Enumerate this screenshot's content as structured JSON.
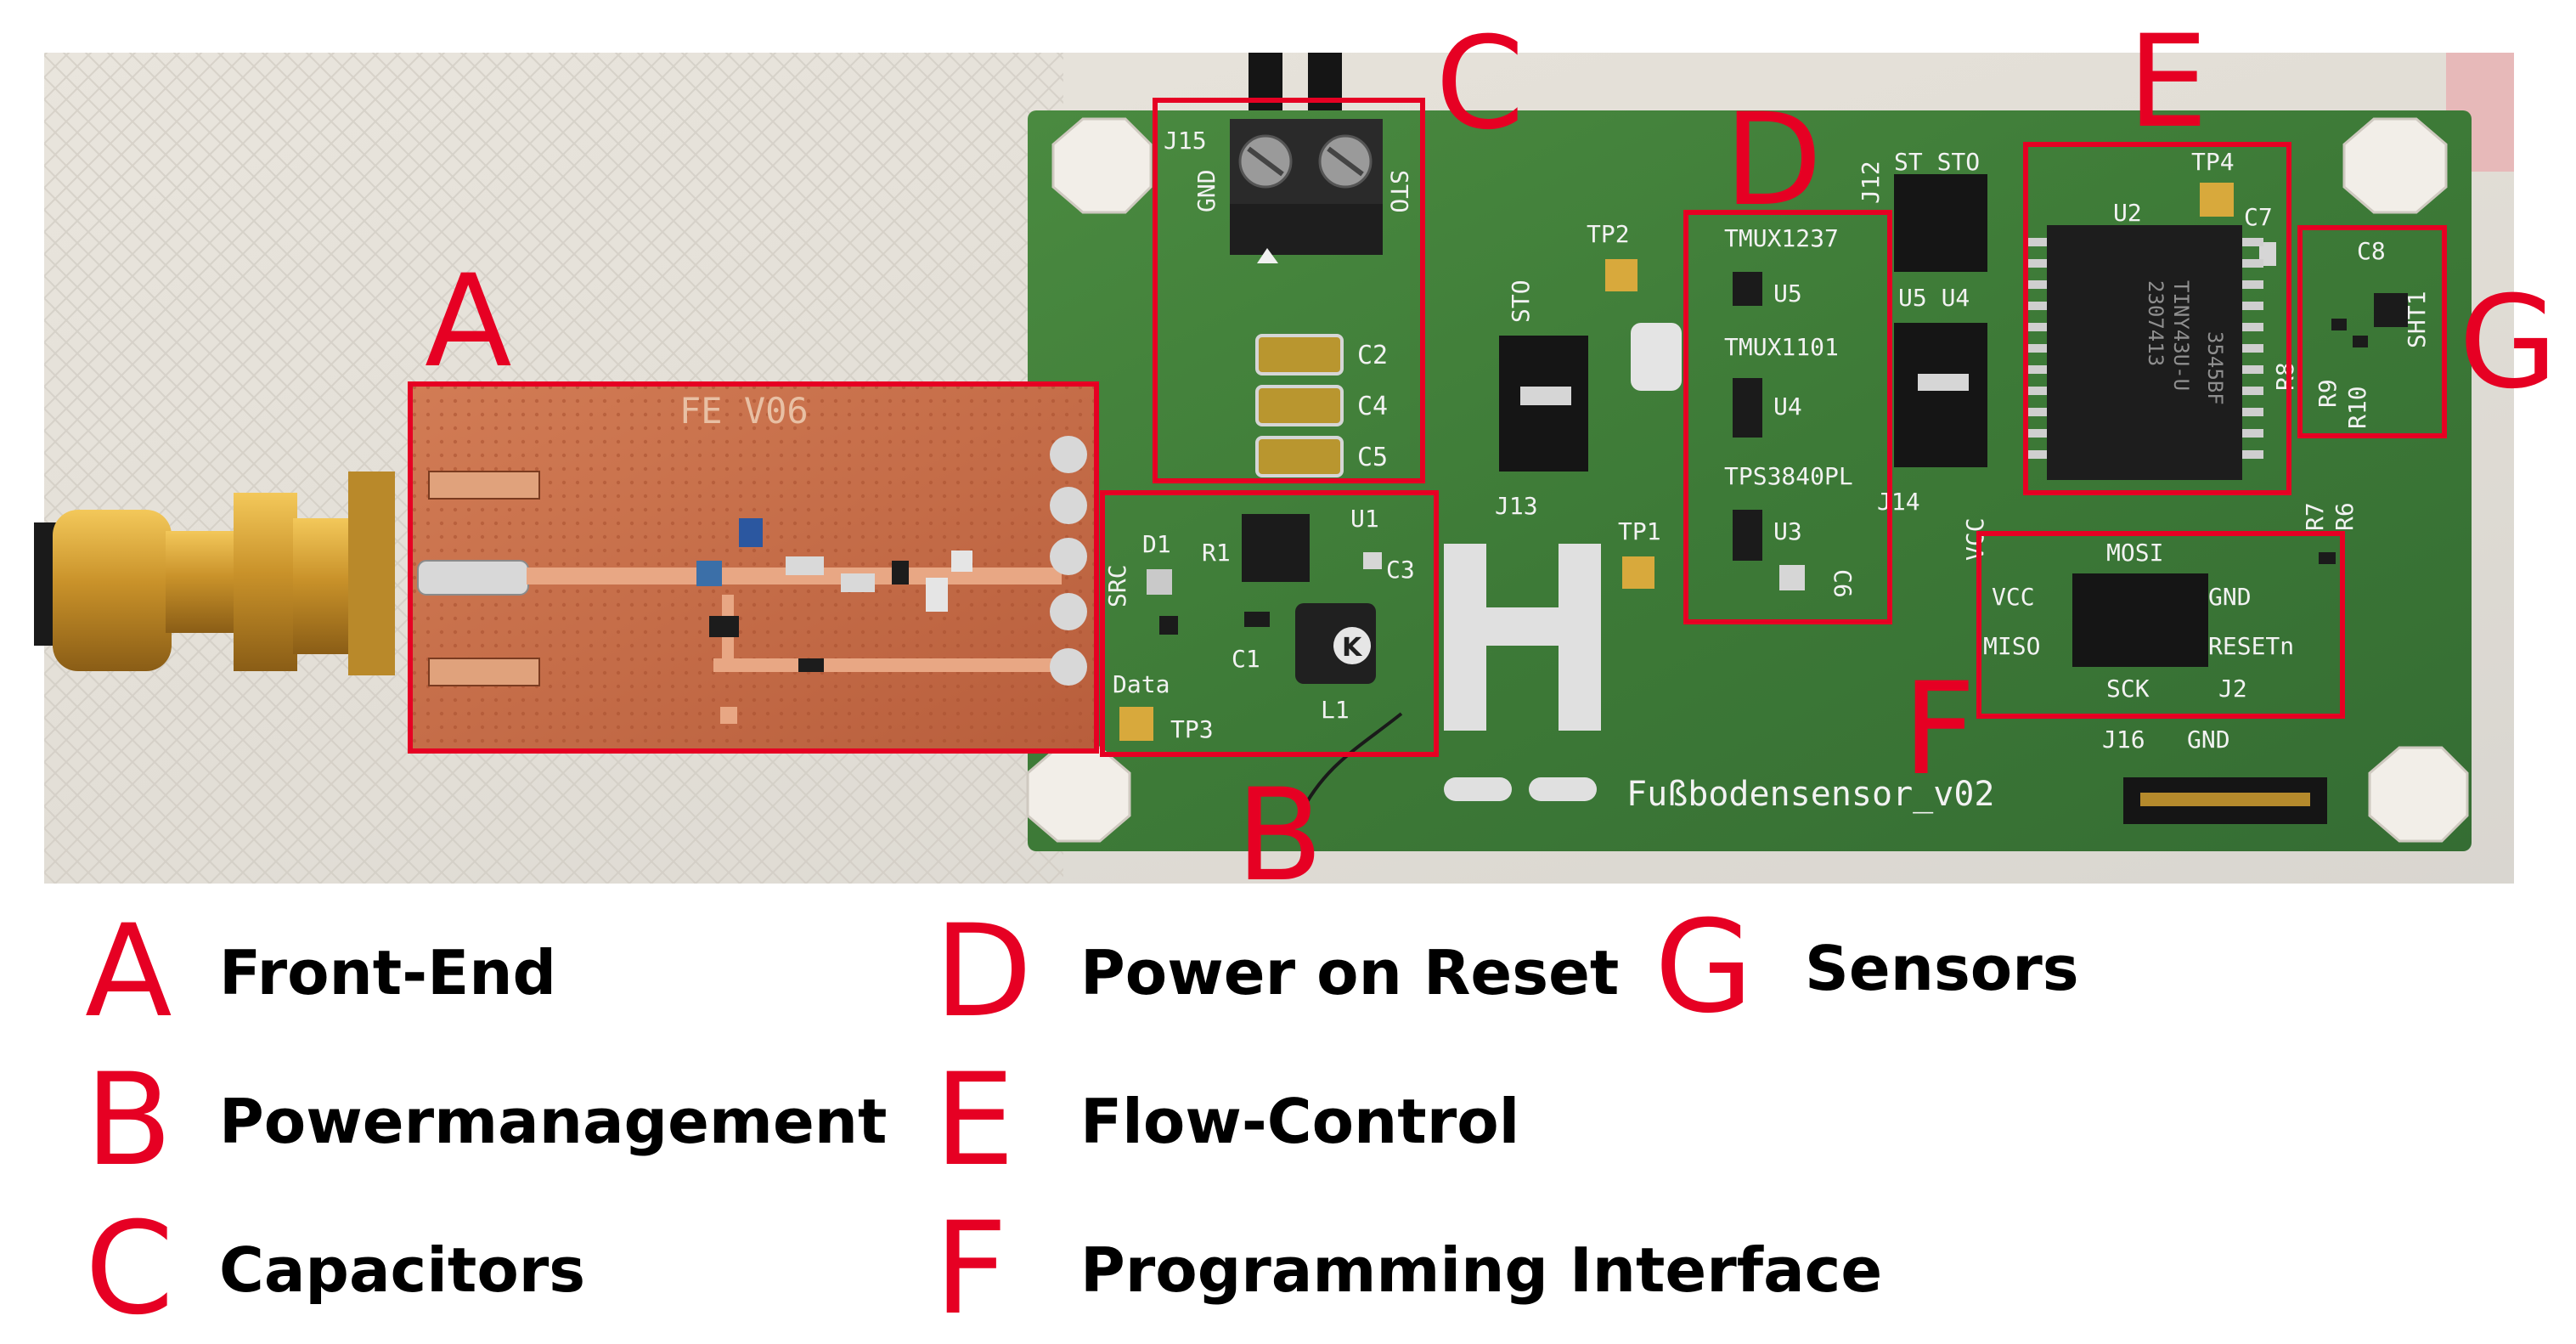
{
  "photo": {
    "board_title": "Fußbodensensor_v02",
    "frontend_marking": "FE V06",
    "silkscreen": {
      "j15": "J15",
      "gnd_vertical": "GND",
      "sto_vertical": "STO",
      "c2": "C2",
      "c4": "C4",
      "c5": "C5",
      "tp2": "TP2",
      "sto_header": "STO",
      "j13": "J13",
      "tmux1237": "TMUX1237",
      "u5": "U5",
      "tmux1101": "TMUX1101",
      "u4_d": "U4",
      "tps3840": "TPS3840PL",
      "tp1": "TP1",
      "u3": "U3",
      "c6": "C6",
      "j12": "J12",
      "st_sto": "ST_STO",
      "u5u4": "U5 U4",
      "j14": "J14",
      "vcc_vertical": "VCC",
      "tp4": "TP4",
      "u2": "U2",
      "c7": "C7",
      "r8": "R8",
      "chip_line1": "TINY43U-U",
      "chip_line2": "2307413",
      "chip_line3": "3545BF",
      "c8": "C8",
      "sht1": "SHT1",
      "r9": "R9",
      "r10": "R10",
      "r7": "R7",
      "r6": "R6",
      "mosi": "MOSI",
      "vcc": "VCC",
      "gnd_f": "GND",
      "miso": "MISO",
      "resetn": "RESETn",
      "sck": "SCK",
      "j2": "J2",
      "j16": "J16",
      "gnd_j16": "GND",
      "src": "SRC",
      "d1": "D1",
      "r1": "R1",
      "u1": "U1",
      "c3": "C3",
      "c1": "C1",
      "l1": "L1",
      "data": "Data",
      "tp3": "TP3",
      "inductor_mark": "K"
    }
  },
  "callouts": {
    "a": "A",
    "b": "B",
    "c": "C",
    "d": "D",
    "e": "E",
    "f": "F",
    "g": "G"
  },
  "legend": [
    {
      "letter": "A",
      "label": "Front-End"
    },
    {
      "letter": "B",
      "label": "Powermanagement"
    },
    {
      "letter": "C",
      "label": "Capacitors"
    },
    {
      "letter": "D",
      "label": "Power on Reset"
    },
    {
      "letter": "E",
      "label": "Flow-Control"
    },
    {
      "letter": "F",
      "label": "Programming Interface"
    },
    {
      "letter": "G",
      "label": "Sensors"
    }
  ],
  "colors": {
    "highlight": "#e60023",
    "pcb_green": "#3f7a3a",
    "frontend_copper": "#c9704a",
    "legend_text": "#000000"
  }
}
